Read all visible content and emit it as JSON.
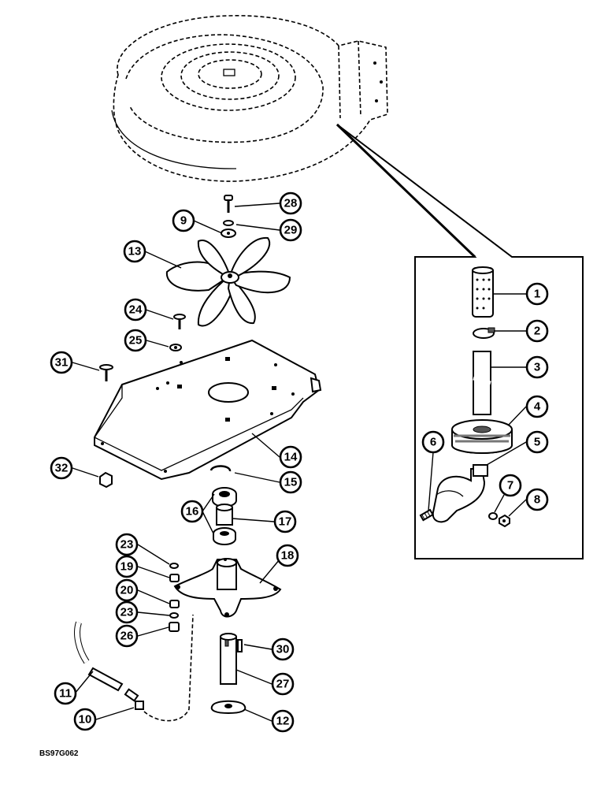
{
  "drawing_code": "BS97G062",
  "callouts": [
    {
      "id": "1",
      "label": "1"
    },
    {
      "id": "2",
      "label": "2"
    },
    {
      "id": "3",
      "label": "3"
    },
    {
      "id": "4",
      "label": "4"
    },
    {
      "id": "5",
      "label": "5"
    },
    {
      "id": "6",
      "label": "6"
    },
    {
      "id": "7",
      "label": "7"
    },
    {
      "id": "8",
      "label": "8"
    },
    {
      "id": "9",
      "label": "9"
    },
    {
      "id": "10",
      "label": "10"
    },
    {
      "id": "11",
      "label": "11"
    },
    {
      "id": "12",
      "label": "12"
    },
    {
      "id": "13",
      "label": "13"
    },
    {
      "id": "14",
      "label": "14"
    },
    {
      "id": "15",
      "label": "15"
    },
    {
      "id": "16",
      "label": "16"
    },
    {
      "id": "17",
      "label": "17"
    },
    {
      "id": "18",
      "label": "18"
    },
    {
      "id": "19",
      "label": "19"
    },
    {
      "id": "20",
      "label": "20"
    },
    {
      "id": "23a",
      "label": "23"
    },
    {
      "id": "23b",
      "label": "23"
    },
    {
      "id": "24",
      "label": "24"
    },
    {
      "id": "25",
      "label": "25"
    },
    {
      "id": "26",
      "label": "26"
    },
    {
      "id": "27",
      "label": "27"
    },
    {
      "id": "28",
      "label": "28"
    },
    {
      "id": "29",
      "label": "29"
    },
    {
      "id": "30",
      "label": "30"
    },
    {
      "id": "31",
      "label": "31"
    },
    {
      "id": "32",
      "label": "32"
    }
  ]
}
